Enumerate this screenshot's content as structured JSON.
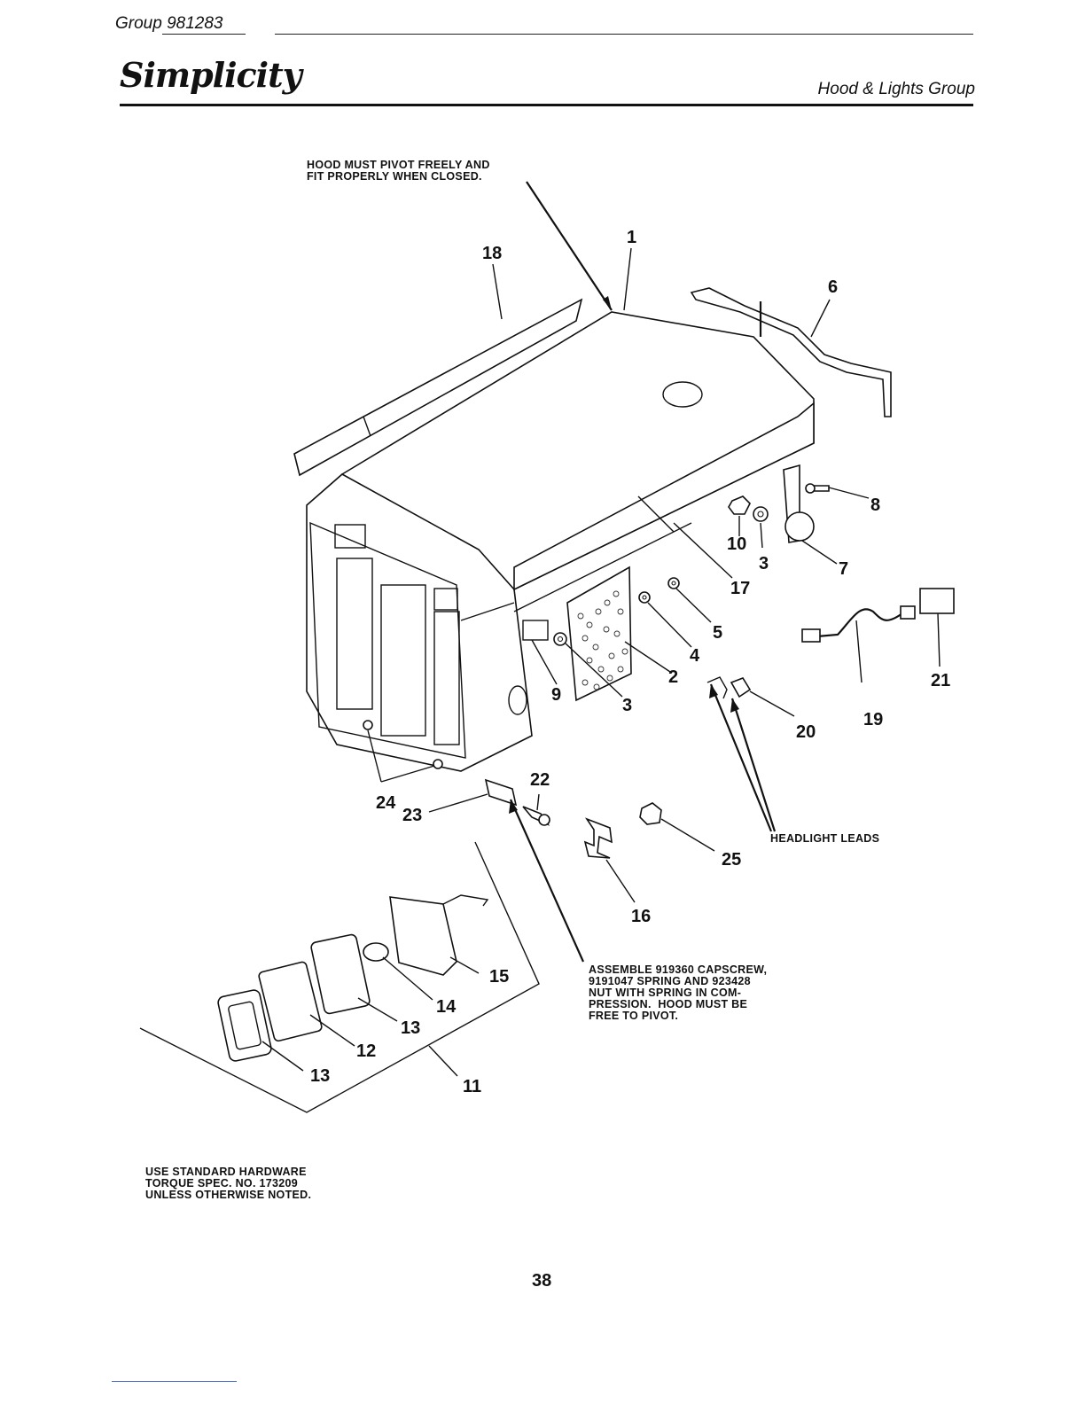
{
  "header": {
    "group_label": "Group  981283",
    "brand": "Simplicity",
    "section_title": "Hood & Lights Group"
  },
  "notes": {
    "hood_pivot": "HOOD MUST PIVOT FREELY AND\nFIT PROPERLY WHEN CLOSED.",
    "assemble": "ASSEMBLE 919360 CAPSCREW,\n9191047 SPRING AND 923428\nNUT WITH SPRING IN COM-\nPRESSION.  HOOD MUST BE\nFREE TO PIVOT.",
    "hardware": "USE STANDARD HARDWARE\nTORQUE SPEC. NO. 173209\nUNLESS OTHERWISE NOTED.",
    "headlight_leads": "HEADLIGHT LEADS"
  },
  "callouts": {
    "c1": "1",
    "c2": "2",
    "c3a": "3",
    "c3b": "3",
    "c4": "4",
    "c5": "5",
    "c6": "6",
    "c7": "7",
    "c8": "8",
    "c9": "9",
    "c10": "10",
    "c11": "11",
    "c12": "12",
    "c13a": "13",
    "c13b": "13",
    "c14": "14",
    "c15": "15",
    "c16": "16",
    "c17": "17",
    "c18": "18",
    "c19": "19",
    "c20": "20",
    "c21": "21",
    "c22": "22",
    "c23": "23",
    "c24": "24",
    "c25": "25"
  },
  "footer": {
    "page_number": "38"
  }
}
